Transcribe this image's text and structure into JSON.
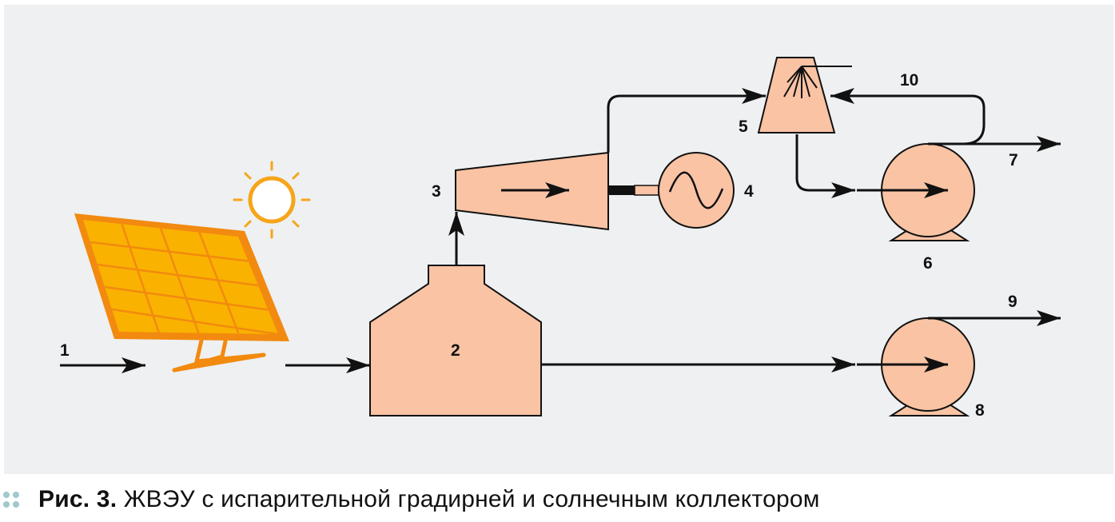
{
  "colors": {
    "background": "#eef0f1",
    "equipment_fill": "#f9c3a4",
    "panel_orange": "#f28a10",
    "panel_cell": "#f9b200",
    "sun": "#f6a51a",
    "line": "#111111",
    "caption_dots": "#9fc9cc"
  },
  "labels": {
    "n1": "1",
    "n2": "2",
    "n3": "3",
    "n4": "4",
    "n5": "5",
    "n6": "6",
    "n7": "7",
    "n8": "8",
    "n9": "9",
    "n10": "10"
  },
  "icons": {
    "panel": "solar-panel-icon",
    "sun": "sun-icon",
    "generator": "generator-sine-icon"
  },
  "caption": {
    "label": "Рис. 3.",
    "text": "ЖВЭУ с испарительной градирней и солнечным коллектором"
  }
}
